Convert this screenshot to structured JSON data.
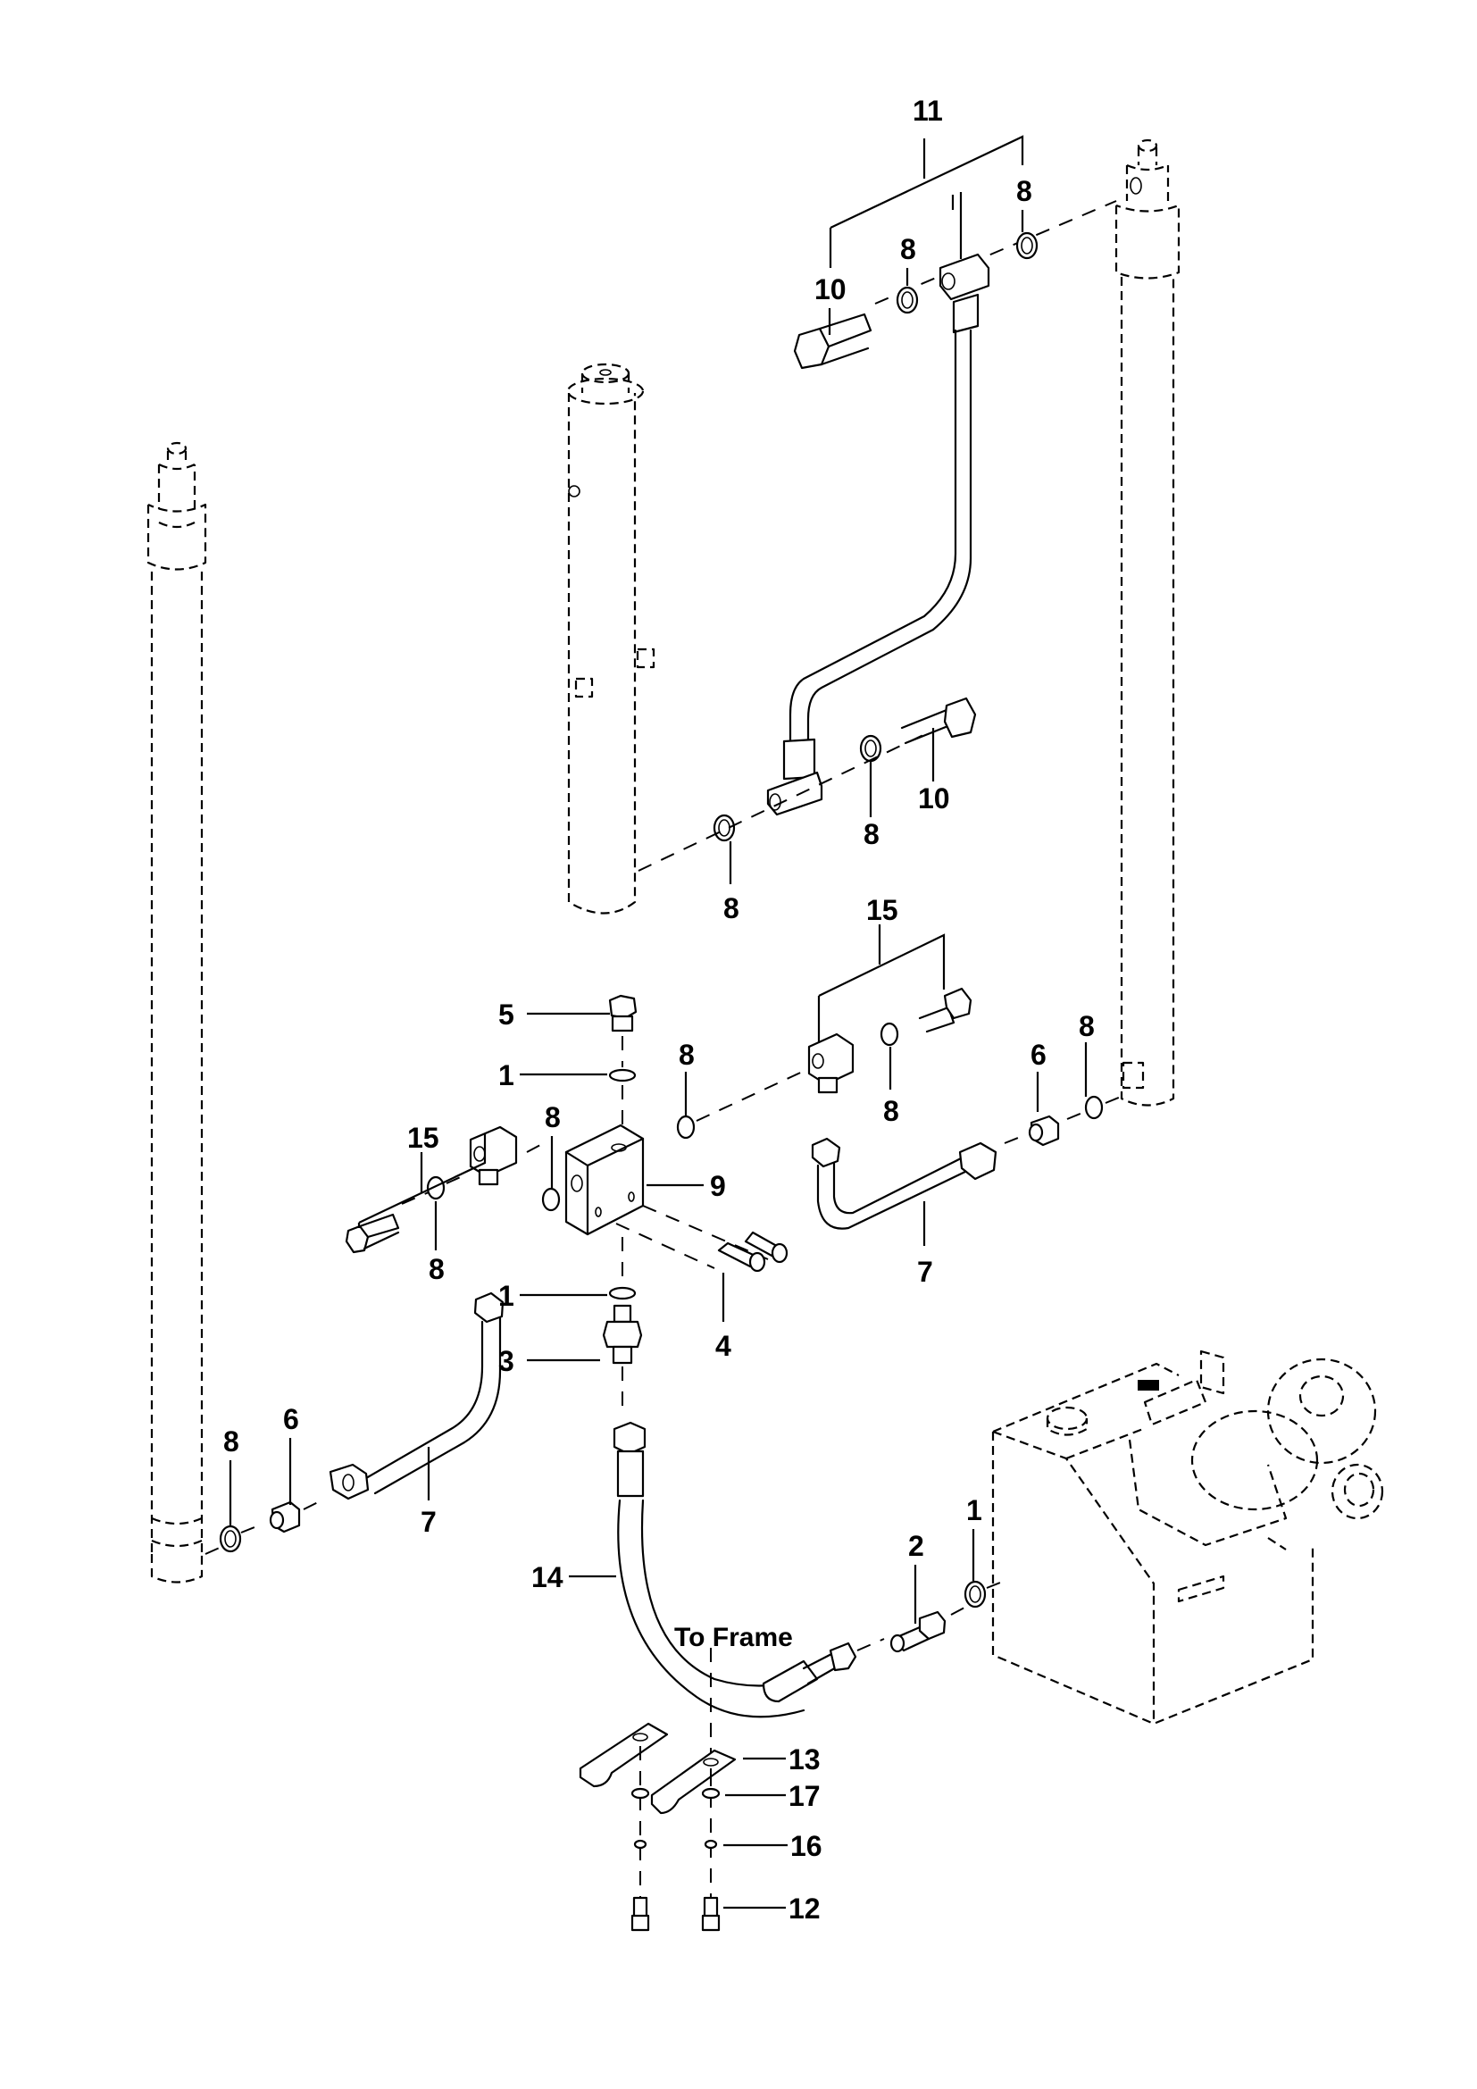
{
  "diagram": {
    "type": "exploded-parts-view",
    "subject": "Hydraulic lift cylinder plumbing assembly",
    "stroke_color": "#000000",
    "background_color": "#ffffff",
    "notes": [
      {
        "id": "to-frame",
        "text": "To Frame"
      }
    ],
    "callouts": [
      {
        "id": "c11",
        "label": "11",
        "part": "tee fitting kit (top)"
      },
      {
        "id": "c8a",
        "label": "8",
        "part": "sealing washer"
      },
      {
        "id": "c8b",
        "label": "8",
        "part": "sealing washer"
      },
      {
        "id": "c10a",
        "label": "10",
        "part": "banjo bolt"
      },
      {
        "id": "c10b",
        "label": "10",
        "part": "banjo bolt"
      },
      {
        "id": "c8c",
        "label": "8",
        "part": "sealing washer"
      },
      {
        "id": "c8d",
        "label": "8",
        "part": "sealing washer"
      },
      {
        "id": "c15a",
        "label": "15",
        "part": "elbow fitting kit (right)"
      },
      {
        "id": "c8e",
        "label": "8",
        "part": "sealing washer"
      },
      {
        "id": "c6a",
        "label": "6",
        "part": "adapter fitting"
      },
      {
        "id": "c8f",
        "label": "8",
        "part": "sealing washer"
      },
      {
        "id": "c7a",
        "label": "7",
        "part": "hydraulic tube"
      },
      {
        "id": "c5",
        "label": "5",
        "part": "plug"
      },
      {
        "id": "c1a",
        "label": "1",
        "part": "o-ring"
      },
      {
        "id": "c8g",
        "label": "8",
        "part": "sealing washer"
      },
      {
        "id": "c8h",
        "label": "8",
        "part": "sealing washer"
      },
      {
        "id": "c9",
        "label": "9",
        "part": "manifold block"
      },
      {
        "id": "c15b",
        "label": "15",
        "part": "elbow fitting kit (left)"
      },
      {
        "id": "c8i",
        "label": "8",
        "part": "sealing washer"
      },
      {
        "id": "c1b",
        "label": "1",
        "part": "o-ring"
      },
      {
        "id": "c4",
        "label": "4",
        "part": "socket head cap screw"
      },
      {
        "id": "c3",
        "label": "3",
        "part": "adapter"
      },
      {
        "id": "c8j",
        "label": "8",
        "part": "sealing washer"
      },
      {
        "id": "c6b",
        "label": "6",
        "part": "adapter fitting"
      },
      {
        "id": "c7b",
        "label": "7",
        "part": "hydraulic tube"
      },
      {
        "id": "c14",
        "label": "14",
        "part": "hydraulic hose"
      },
      {
        "id": "c2",
        "label": "2",
        "part": "adapter"
      },
      {
        "id": "c1c",
        "label": "1",
        "part": "o-ring"
      },
      {
        "id": "c13",
        "label": "13",
        "part": "hose clamp"
      },
      {
        "id": "c17",
        "label": "17",
        "part": "flat washer"
      },
      {
        "id": "c16",
        "label": "16",
        "part": "lock washer"
      },
      {
        "id": "c12",
        "label": "12",
        "part": "cap screw"
      }
    ]
  }
}
